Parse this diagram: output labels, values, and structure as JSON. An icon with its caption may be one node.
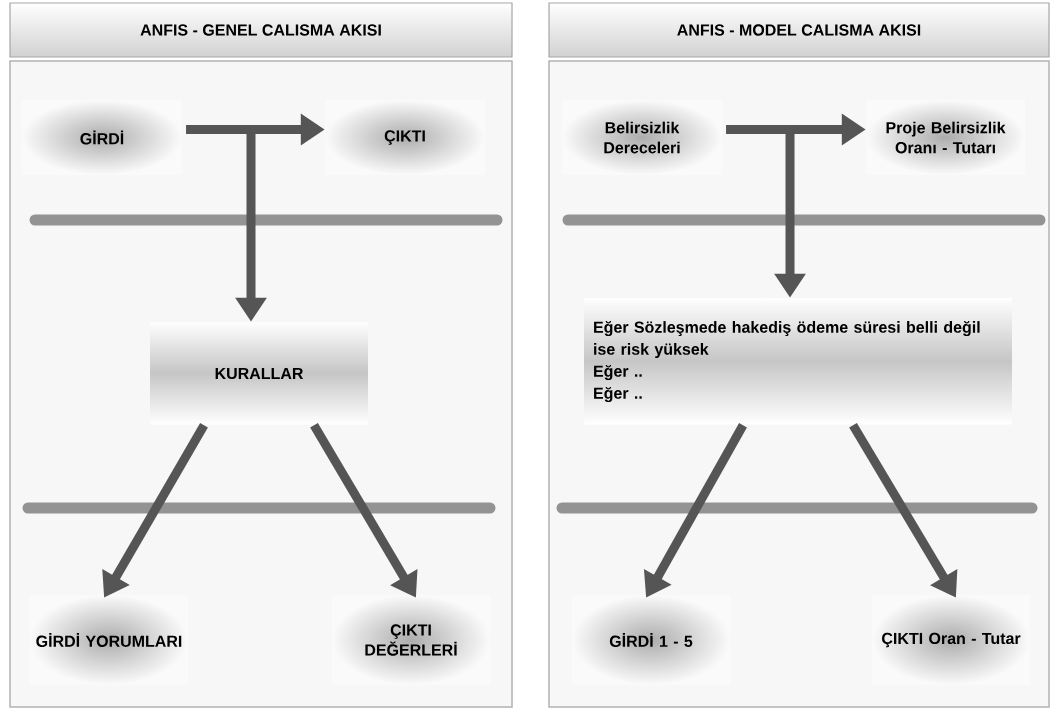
{
  "diagram": {
    "nodes": [
      {
        "text": [
          "ANFIS - GENEL CALISMA AKISI"
        ]
      },
      {
        "text": [],
        "shape": "box"
      },
      {
        "text": [
          "GİRDİ"
        ],
        "in": 1
      },
      {
        "text": [
          "ÇIKTI"
        ],
        "in": 1
      },
      {
        "text": [
          "KURALLAR"
        ],
        "in": 1
      },
      {
        "text": [
          "GİRDİ YORUMLARI"
        ],
        "in": 1
      },
      {
        "text": [
          "ÇIKTI DEĞERLERİ"
        ],
        "in": 1
      },
      {
        "text": [
          "ANFIS - MODEL CALISMA AKISI"
        ]
      },
      {
        "text": [],
        "shape": "box"
      },
      {
        "text": [
          "Belirsizlik Dereceleri"
        ],
        "in": 8
      },
      {
        "text": [
          "Proje Belirsizlik Oranı - Tutarı"
        ],
        "in": 8
      },
      {
        "text": [
          "Eğer Sözleşmede hakediş ödeme süresi belli değil ise risk yüksek",
          "Eğer ..",
          "Eğer .."
        ],
        "in": 8
      },
      {
        "text": [
          "GİRDİ 1 - 5"
        ],
        "in": 8
      },
      {
        "text": [
          "ÇIKTI Oran - Tutar"
        ],
        "in": 8
      }
    ],
    "edges": [
      {
        "from": 2,
        "to": 3,
        "arrow": "to"
      },
      {
        "from": 2,
        "to": 4,
        "arrow": "to"
      },
      {
        "from": 4,
        "to": 5,
        "arrow": "to"
      },
      {
        "from": 4,
        "to": 6,
        "arrow": "to"
      },
      {
        "from": 9,
        "to": 10,
        "arrow": "to"
      },
      {
        "from": 9,
        "to": 11,
        "arrow": "to"
      },
      {
        "from": 11,
        "to": 12,
        "arrow": "to"
      },
      {
        "from": 11,
        "to": 13,
        "arrow": "to"
      }
    ]
  }
}
